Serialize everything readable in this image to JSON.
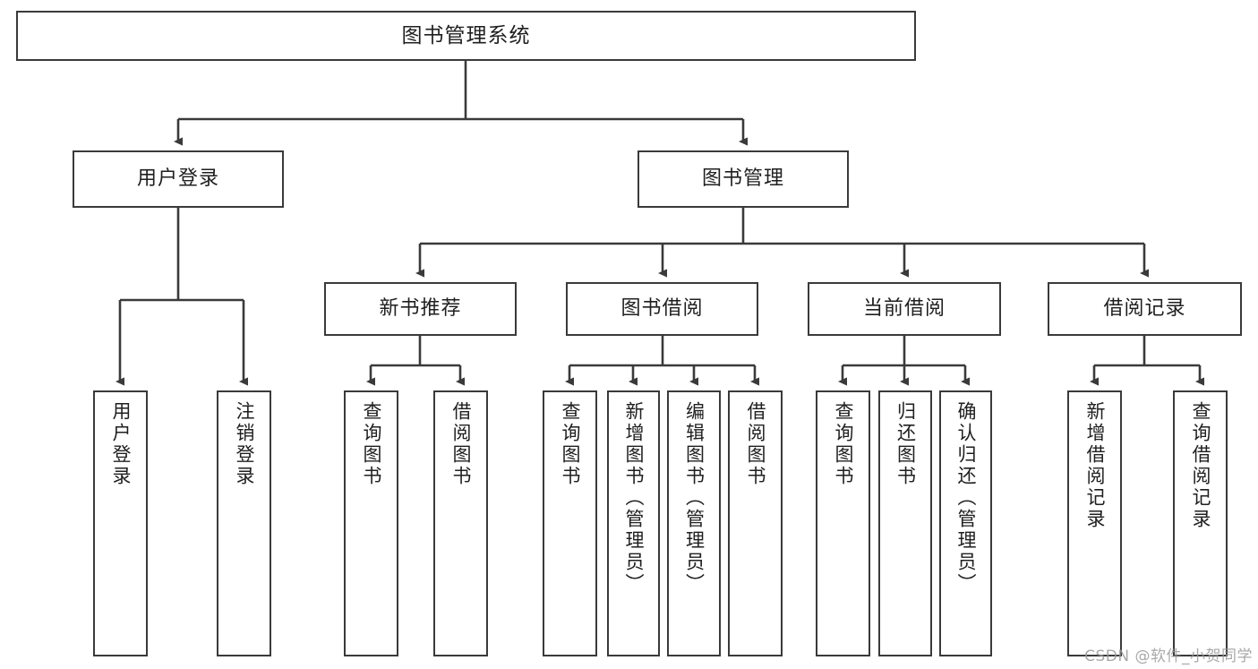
{
  "diagram": {
    "title": "图书管理系统",
    "type": "tree",
    "orientation": "top-down",
    "stroke_color": "#3a3a3a",
    "fill_color": "#ffffff",
    "text_color": "#1f1f1f",
    "nodes": {
      "root": {
        "label": "图书管理系统",
        "level": 1
      },
      "l2": [
        {
          "label": "用户登录",
          "level": 2
        },
        {
          "label": "图书管理",
          "level": 2
        }
      ],
      "l3": [
        {
          "label": "新书推荐",
          "level": 3
        },
        {
          "label": "图书借阅",
          "level": 3
        },
        {
          "label": "当前借阅",
          "level": 3
        },
        {
          "label": "借阅记录",
          "level": 3
        }
      ],
      "leaves": {
        "user_login": [
          {
            "label": "用户登录"
          },
          {
            "label": "注销登录"
          }
        ],
        "new_book": [
          {
            "label": "查询图书"
          },
          {
            "label": "借阅图书"
          }
        ],
        "book_borrow": [
          {
            "label": "查询图书"
          },
          {
            "label": "新增图书（管理员）"
          },
          {
            "label": "编辑图书（管理员）"
          },
          {
            "label": "借阅图书"
          }
        ],
        "current_borrow": [
          {
            "label": "查询图书"
          },
          {
            "label": "归还图书"
          },
          {
            "label": "确认归还（管理员）"
          }
        ],
        "borrow_record": [
          {
            "label": "新增借阅记录"
          },
          {
            "label": "查询借阅记录"
          }
        ]
      }
    }
  },
  "watermark": {
    "text": "CSDN @软件_小贺同学"
  }
}
